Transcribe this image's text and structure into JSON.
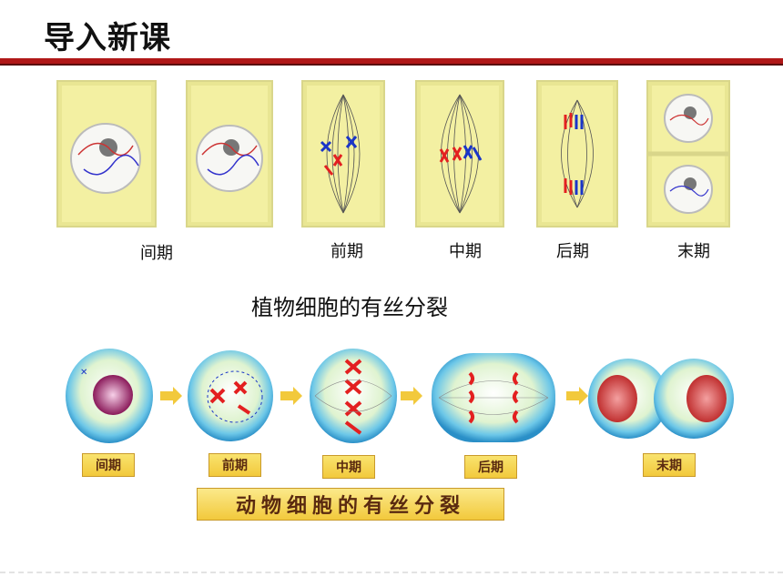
{
  "slide": {
    "title": "导入新课"
  },
  "plant": {
    "labels": [
      "间期",
      "前期",
      "中期",
      "后期",
      "末期"
    ],
    "caption": "植物细胞的有丝分裂"
  },
  "animal": {
    "labels": [
      "间期",
      "前期",
      "中期",
      "后期",
      "末期"
    ],
    "caption": "动物细胞的有丝分裂"
  },
  "colors": {
    "title_rule": "#b01818",
    "plant_cell_fill": "#f3f0a2",
    "chromosome_red": "#e32020",
    "chromosome_blue": "#1a35c8",
    "label_box": "#f2c93c"
  }
}
